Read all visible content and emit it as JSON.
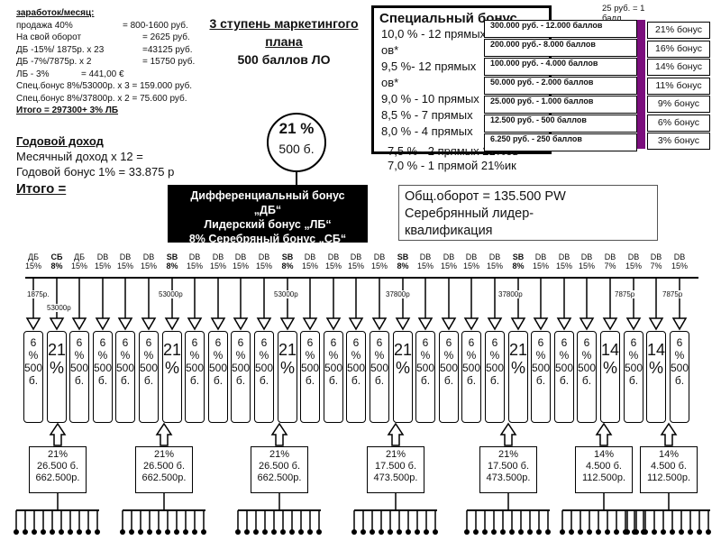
{
  "info": {
    "header": "заработок/месяц:",
    "lines": [
      "продажа 40%",
      "На свой оборот",
      "ДБ -15%/ 1875р. х 23",
      "ДБ -7%/7875р. х 2",
      "ЛБ - 3%",
      "Спец.бонус 8%/53000р. х 3 = 159.000 руб.",
      "Спец.бонус 8%/37800р. х 2 = 75.600 руб."
    ],
    "values": [
      "= 800-1600 руб.",
      "= 2625 руб.",
      "=43125 руб.",
      "= 15750 руб.",
      "=     441,00 €",
      "",
      ""
    ],
    "total": "Итого = 297300+ 3% ЛБ"
  },
  "income": {
    "heading": "Годовой доход",
    "monthly": "Месячный доход х 12 =",
    "annual": "Годовой бонус 1%        =    33.875 р",
    "itogo": "Итого ="
  },
  "title": {
    "line1": "3 ступень маркетингого",
    "line2": "плана",
    "line3": "500 баллов ЛО"
  },
  "circle": {
    "percent": "21 %",
    "points": "500 б."
  },
  "blackbox": {
    "line1": "Дифференциальный бонус",
    "line2": "„ДБ“",
    "line3": "Лидерский бонус „ЛБ“",
    "line4": "8% Серебряный бонус „СБ“"
  },
  "special": {
    "heading": "Специальный бонус",
    "lines": [
      "10,0 % - 12 прямых ов*",
      "ов*",
      "  9,5 %- 12 прямых",
      "ов*",
      "  9,0 % - 10 прямых",
      "  8,5 % -  7 прямых",
      "  8,0 % -  4 прямых"
    ],
    "extra": [
      "7,5 % -   2 прямых  21%ов",
      "7,0 % -   1 прямой  21%ик"
    ]
  },
  "ranges": [
    "300.000 руб. - 12.000 баллов",
    "200.000 руб.-   8.000 баллов",
    "100.000 руб. -  4.000 баллов",
    "50.000 руб. -   2.000 баллов",
    "25.000 руб. -   1.000 баллов",
    "12.500 руб. -      500 баллов",
    "6.250 руб. -     250 баллов"
  ],
  "bonuses": [
    "21% бонус",
    "16% бонус",
    "14% бонус",
    "11% бонус",
    "9% бонус",
    "6% бонус",
    "3% бонус"
  ],
  "points_note": "25 руб. = 1 балл",
  "oborot": {
    "line1": "Общ.оборот = 135.500 PW",
    "line2": "Серебрянный лидер-",
    "line3": "квалификация"
  },
  "tree": {
    "top_labels": [
      {
        "t": "ДБ\n15%",
        "sb": false
      },
      {
        "t": "СБ\n8%",
        "sb": true
      },
      {
        "t": "ДБ\n15%",
        "sb": false
      },
      {
        "t": "DB\n15%",
        "sb": false
      },
      {
        "t": "DB\n15%",
        "sb": false
      },
      {
        "t": "DB\n15%",
        "sb": false
      },
      {
        "t": "SB\n8%",
        "sb": true
      },
      {
        "t": "DB\n15%",
        "sb": false
      },
      {
        "t": "DB\n15%",
        "sb": false
      },
      {
        "t": "DB\n15%",
        "sb": false
      },
      {
        "t": "DB\n15%",
        "sb": false
      },
      {
        "t": "SB\n8%",
        "sb": true
      },
      {
        "t": "DB\n15%",
        "sb": false
      },
      {
        "t": "DB\n15%",
        "sb": false
      },
      {
        "t": "DB\n15%",
        "sb": false
      },
      {
        "t": "DB\n15%",
        "sb": false
      },
      {
        "t": "SB\n8%",
        "sb": true
      },
      {
        "t": "DB\n15%",
        "sb": false
      },
      {
        "t": "DB\n15%",
        "sb": false
      },
      {
        "t": "DB\n15%",
        "sb": false
      },
      {
        "t": "DB\n15%",
        "sb": false
      },
      {
        "t": "SB\n8%",
        "sb": true
      },
      {
        "t": "DB\n15%",
        "sb": false
      },
      {
        "t": "DB\n15%",
        "sb": false
      },
      {
        "t": "DB\n15%",
        "sb": false
      },
      {
        "t": "DB\n7%",
        "sb": false
      },
      {
        "t": "DB\n15%",
        "sb": false
      },
      {
        "t": "DB\n7%",
        "sb": false
      },
      {
        "t": "DB\n15%",
        "sb": false
      }
    ],
    "sums": [
      "1875р.",
      "53000р",
      "53000р",
      "53000р",
      "37800р",
      "37800р",
      "7875р",
      "7875р"
    ],
    "cards": [
      "6\n%\n500\nб.",
      "21\n%",
      "6\n%\n500\nб.",
      "6\n%\n500\nб.",
      "6\n%\n500\nб.",
      "6\n%\n500\nб.",
      "21\n%",
      "6\n%\n500\nб.",
      "6\n%\n500\nб.",
      "6\n%\n500\nб.",
      "6\n%\n500\nб.",
      "21\n%",
      "6\n%\n500\nб.",
      "6\n%\n500\nб.",
      "6\n%\n500\nб.",
      "6\n%\n500\nб.",
      "21\n%",
      "6\n%\n500\nб.",
      "6\n%\n500\nб.",
      "6\n%\n500\nб.",
      "6\n%\n500\nб.",
      "21\n%",
      "6\n%\n500\nб.",
      "6\n%\n500\nб.",
      "6\n%\n500\nб.",
      "14\n%",
      "6\n%\n500\nб.",
      "14\n%",
      "6\n%\n500\nб."
    ],
    "lower": [
      "21%\n26.500 б.\n662.500р.",
      "21%\n26.500 б.\n662.500р.",
      "21%\n26.500 б.\n662.500р.",
      "21%\n17.500 б.\n473.500р.",
      "21%\n17.500 б.\n473.500р.",
      "14%\n4.500 б.\n112.500р.",
      "14%\n4.500 б.\n112.500р."
    ]
  }
}
